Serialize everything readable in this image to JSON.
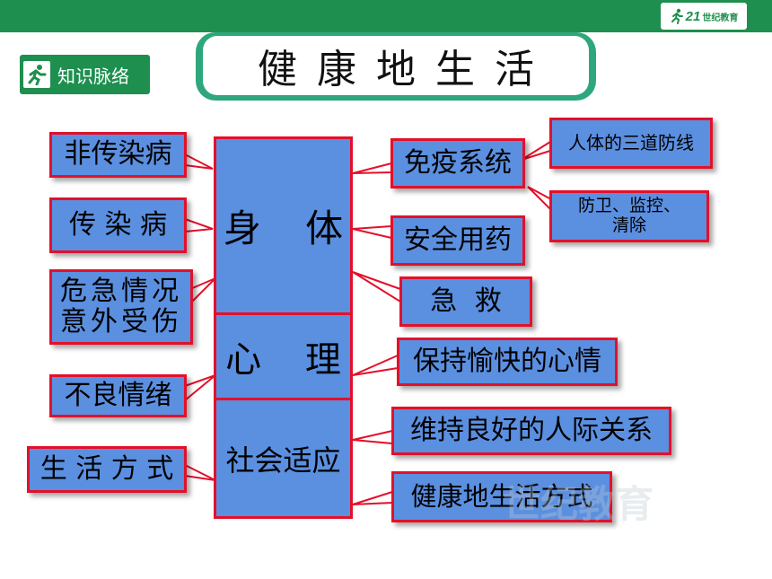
{
  "header": {
    "logo_number": "21",
    "logo_text": "世纪教育"
  },
  "badge": {
    "label": "知识脉络",
    "icon": "running-man-icon"
  },
  "title": "健康地生活",
  "center": {
    "body": "身 体",
    "mind": "心 理",
    "social": "社会适应"
  },
  "left": {
    "noncommunicable": "非传染病",
    "communicable": "传 染 病",
    "emergency": "危急情况\n意外受伤",
    "bad_mood": "不良情绪",
    "lifestyle": "生 活 方 式"
  },
  "right": {
    "immune": "免疫系统",
    "medication": "安全用药",
    "first_aid": "急 救",
    "happy_mood": "保持愉快的心情",
    "relations": "维持良好的人际关系",
    "healthy_lifestyle": "健康地生活方式"
  },
  "far_right": {
    "three_lines": "人体的三道防线",
    "functions": "防卫、监控、\n清除"
  },
  "watermark": "世纪教育",
  "colors": {
    "green": "#1e8f4e",
    "box_fill": "#5b8fe0",
    "box_border": "#e3102a"
  }
}
